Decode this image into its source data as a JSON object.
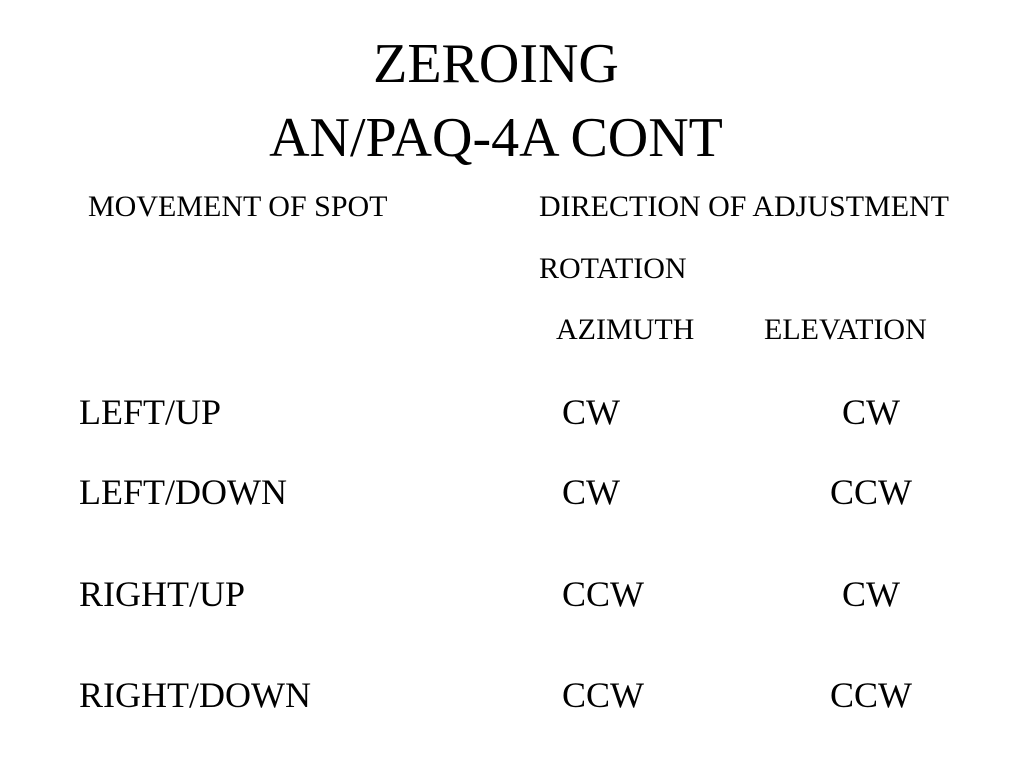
{
  "slide": {
    "title_line_1": "ZEROING",
    "title_line_2": "AN/PAQ-4A CONT"
  },
  "table": {
    "headers": {
      "movement": "MOVEMENT OF SPOT",
      "direction": "DIRECTION OF ADJUSTMENT",
      "rotation": "ROTATION",
      "azimuth": "AZIMUTH",
      "elevation": "ELEVATION"
    },
    "rows": [
      {
        "spot": "LEFT/UP",
        "azimuth": "CW",
        "elevation": "CW"
      },
      {
        "spot": "LEFT/DOWN",
        "azimuth": "CW",
        "elevation": "CCW"
      },
      {
        "spot": "RIGHT/UP",
        "azimuth": "CCW",
        "elevation": "CW"
      },
      {
        "spot": "RIGHT/DOWN",
        "azimuth": "CCW",
        "elevation": "CCW"
      }
    ]
  },
  "colors": {
    "background": "#ffffff",
    "text": "#000000"
  }
}
